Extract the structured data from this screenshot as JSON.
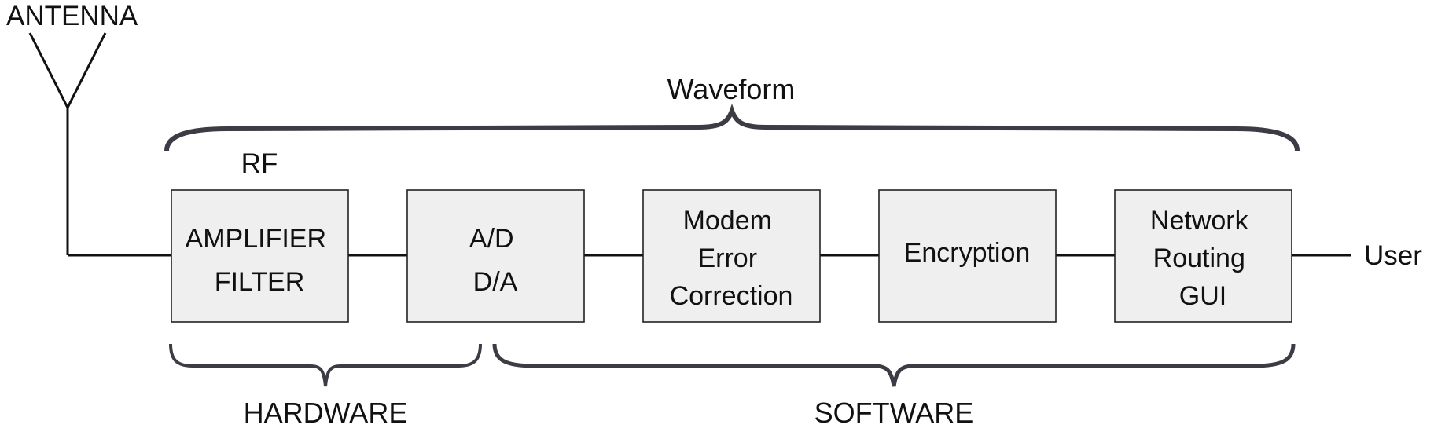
{
  "labels": {
    "antenna": "ANTENNA",
    "waveform": "Waveform",
    "rf": "RF",
    "user": "User",
    "hardware": "HARDWARE",
    "software": "SOFTWARE"
  },
  "blocks": [
    {
      "id": "amplifier-filter",
      "lines": [
        "AMPLIFIER",
        "FILTER"
      ]
    },
    {
      "id": "ad-da",
      "lines": [
        "A/D",
        "D/A"
      ]
    },
    {
      "id": "modem",
      "lines": [
        "Modem",
        "Error",
        "Correction"
      ]
    },
    {
      "id": "encryption",
      "lines": [
        "Encryption"
      ]
    },
    {
      "id": "network",
      "lines": [
        "Network",
        "Routing",
        "GUI"
      ]
    }
  ],
  "colors": {
    "block_fill": "#efefef",
    "brace": "#3c3c44",
    "line": "#111111"
  }
}
